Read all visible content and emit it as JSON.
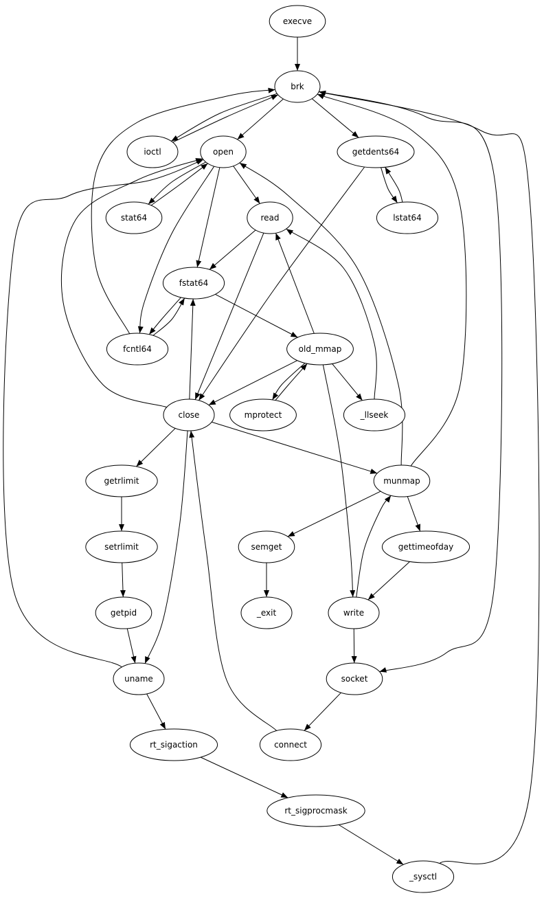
{
  "nodes": [
    {
      "id": "execve",
      "label": "execve"
    },
    {
      "id": "brk",
      "label": "brk"
    },
    {
      "id": "ioctl",
      "label": "ioctl"
    },
    {
      "id": "open",
      "label": "open"
    },
    {
      "id": "getdents64",
      "label": "getdents64"
    },
    {
      "id": "stat64",
      "label": "stat64"
    },
    {
      "id": "read",
      "label": "read"
    },
    {
      "id": "lstat64",
      "label": "lstat64"
    },
    {
      "id": "fstat64",
      "label": "fstat64"
    },
    {
      "id": "fcntl64",
      "label": "fcntl64"
    },
    {
      "id": "old_mmap",
      "label": "old_mmap"
    },
    {
      "id": "close",
      "label": "close"
    },
    {
      "id": "mprotect",
      "label": "mprotect"
    },
    {
      "id": "_llseek",
      "label": "_llseek"
    },
    {
      "id": "getrlimit",
      "label": "getrlimit"
    },
    {
      "id": "munmap",
      "label": "munmap"
    },
    {
      "id": "setrlimit",
      "label": "setrlimit"
    },
    {
      "id": "semget",
      "label": "semget"
    },
    {
      "id": "gettimeofday",
      "label": "gettimeofday"
    },
    {
      "id": "getpid",
      "label": "getpid"
    },
    {
      "id": "_exit",
      "label": "_exit"
    },
    {
      "id": "write",
      "label": "write"
    },
    {
      "id": "uname",
      "label": "uname"
    },
    {
      "id": "socket",
      "label": "socket"
    },
    {
      "id": "rt_sigaction",
      "label": "rt_sigaction"
    },
    {
      "id": "connect",
      "label": "connect"
    },
    {
      "id": "rt_sigprocmask",
      "label": "rt_sigprocmask"
    },
    {
      "id": "_sysctl",
      "label": "_sysctl"
    }
  ],
  "edges": [
    [
      "execve",
      "brk"
    ],
    [
      "brk",
      "ioctl"
    ],
    [
      "ioctl",
      "brk"
    ],
    [
      "brk",
      "open"
    ],
    [
      "brk",
      "getdents64"
    ],
    [
      "open",
      "stat64"
    ],
    [
      "stat64",
      "open"
    ],
    [
      "open",
      "read"
    ],
    [
      "open",
      "fstat64"
    ],
    [
      "open",
      "fcntl64"
    ],
    [
      "getdents64",
      "lstat64"
    ],
    [
      "lstat64",
      "getdents64"
    ],
    [
      "getdents64",
      "close"
    ],
    [
      "read",
      "fstat64"
    ],
    [
      "read",
      "close"
    ],
    [
      "fstat64",
      "fcntl64"
    ],
    [
      "fcntl64",
      "fstat64"
    ],
    [
      "fstat64",
      "old_mmap"
    ],
    [
      "fcntl64",
      "brk"
    ],
    [
      "old_mmap",
      "read"
    ],
    [
      "old_mmap",
      "close"
    ],
    [
      "old_mmap",
      "mprotect"
    ],
    [
      "mprotect",
      "old_mmap"
    ],
    [
      "old_mmap",
      "_llseek"
    ],
    [
      "old_mmap",
      "write"
    ],
    [
      "_llseek",
      "read"
    ],
    [
      "close",
      "open"
    ],
    [
      "close",
      "fstat64"
    ],
    [
      "close",
      "getrlimit"
    ],
    [
      "close",
      "munmap"
    ],
    [
      "close",
      "uname"
    ],
    [
      "munmap",
      "open"
    ],
    [
      "munmap",
      "brk"
    ],
    [
      "munmap",
      "semget"
    ],
    [
      "munmap",
      "gettimeofday"
    ],
    [
      "write",
      "munmap"
    ],
    [
      "gettimeofday",
      "write"
    ],
    [
      "getrlimit",
      "setrlimit"
    ],
    [
      "setrlimit",
      "getpid"
    ],
    [
      "getpid",
      "uname"
    ],
    [
      "semget",
      "_exit"
    ],
    [
      "write",
      "socket"
    ],
    [
      "brk",
      "socket"
    ],
    [
      "uname",
      "open"
    ],
    [
      "uname",
      "rt_sigaction"
    ],
    [
      "socket",
      "connect"
    ],
    [
      "connect",
      "close"
    ],
    [
      "rt_sigaction",
      "rt_sigprocmask"
    ],
    [
      "rt_sigprocmask",
      "_sysctl"
    ],
    [
      "_sysctl",
      "brk"
    ]
  ]
}
